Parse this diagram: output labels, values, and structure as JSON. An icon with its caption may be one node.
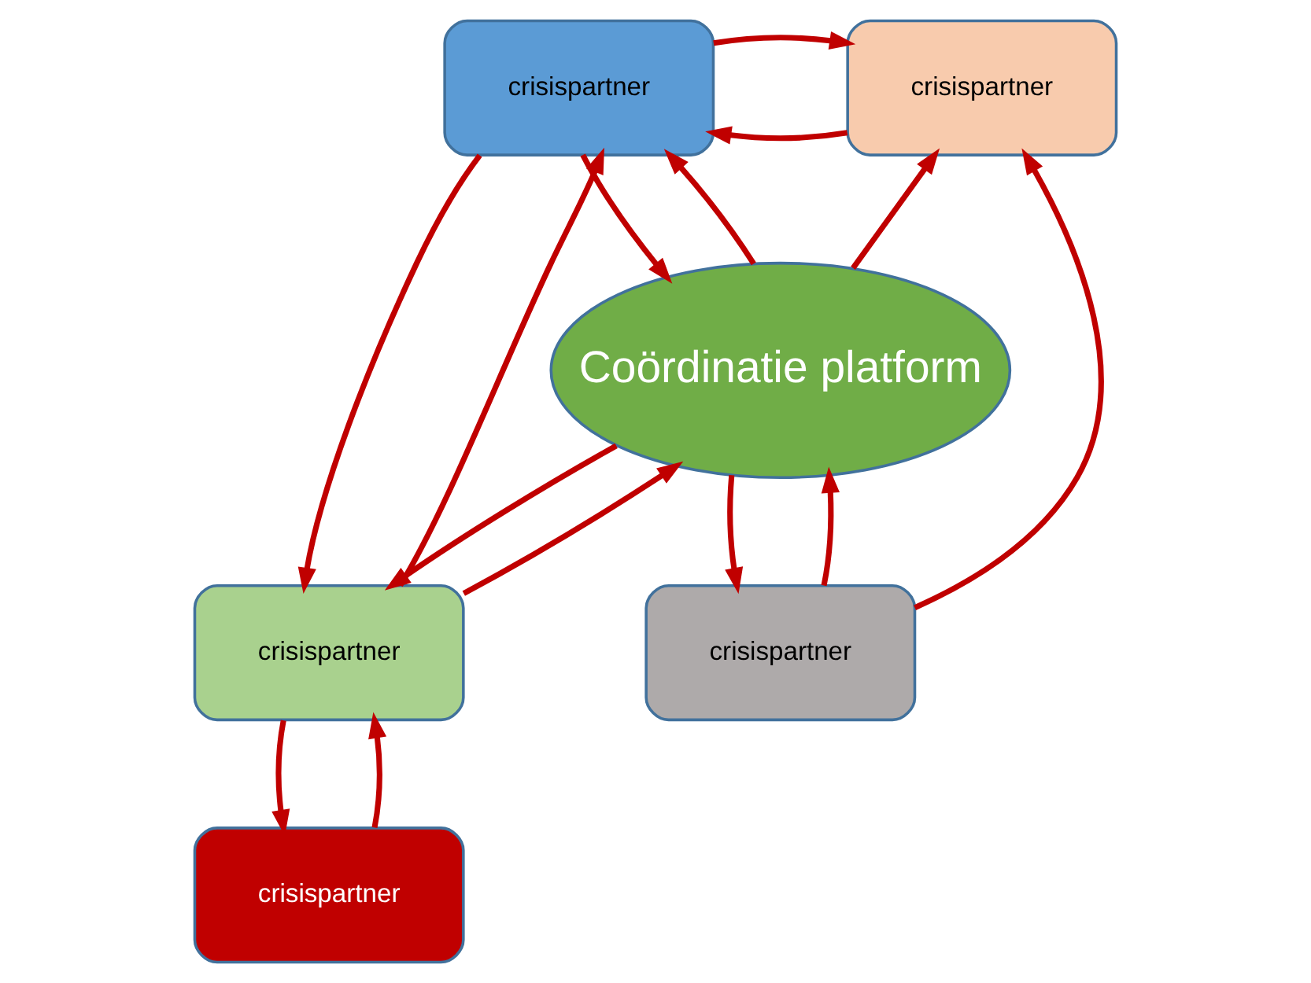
{
  "diagram": {
    "nodes": [
      {
        "text": [
          "crisispartner"
        ]
      },
      {
        "text": [
          "crisispartner"
        ]
      },
      {
        "text": [
          "Coördinatie platform"
        ]
      },
      {
        "text": [
          "crisispartner"
        ]
      },
      {
        "text": [
          "crisispartner"
        ]
      },
      {
        "text": [
          "crisispartner"
        ]
      }
    ],
    "edges": [
      {
        "from": 1,
        "to": 0,
        "arrow": "to"
      },
      {
        "from": 0,
        "to": 1,
        "arrow": "to"
      },
      {
        "from": 0,
        "to": 2,
        "arrow": "to"
      },
      {
        "from": 2,
        "to": 0,
        "arrow": "to"
      },
      {
        "from": 2,
        "to": 1,
        "arrow": "to"
      },
      {
        "from": 0,
        "to": 3,
        "arrow": "to"
      },
      {
        "from": 3,
        "to": 0,
        "arrow": "to"
      },
      {
        "from": 2,
        "to": 3,
        "arrow": "to"
      },
      {
        "from": 3,
        "to": 2,
        "arrow": "to"
      },
      {
        "from": 2,
        "to": 4,
        "arrow": "to"
      },
      {
        "from": 4,
        "to": 2,
        "arrow": "to"
      },
      {
        "from": 4,
        "to": 1,
        "arrow": "to"
      },
      {
        "from": 5,
        "to": 3,
        "arrow": "to"
      },
      {
        "from": 3,
        "to": 5,
        "arrow": "to"
      }
    ]
  }
}
